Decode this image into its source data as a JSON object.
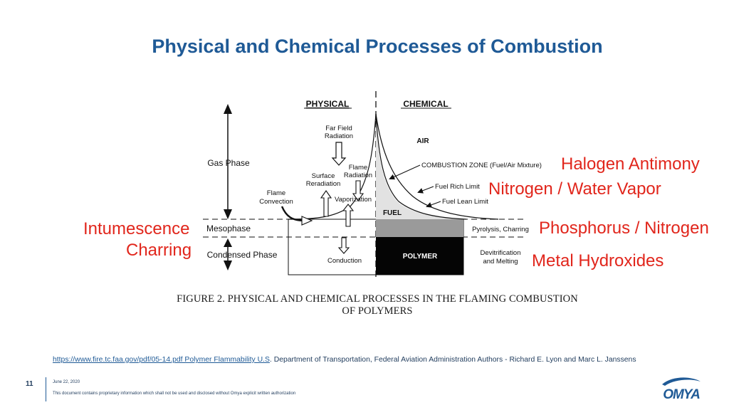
{
  "title": "Physical and Chemical Processes of Combustion",
  "diagram": {
    "header_physical": "PHYSICAL",
    "header_chemical": "CHEMICAL",
    "far_field_1": "Far Field",
    "far_field_2": "Radiation",
    "flame_radiation_1": "Flame",
    "flame_radiation_2": "Radiation",
    "surface_reradiation_1": "Surface",
    "surface_reradiation_2": "Reradiation",
    "flame_convection_1": "Flame",
    "flame_convection_2": "Convection",
    "vaporization": "Vaporization",
    "conduction": "Conduction",
    "air": "AIR",
    "combustion_zone": "COMBUSTION  ZONE (Fuel/Air Mixture)",
    "fuel_rich_limit": "Fuel Rich Limit",
    "fuel_lean_limit": "Fuel Lean Limit",
    "fuel": "FUEL",
    "polymer": "POLYMER",
    "pyrolysis": "Pyrolysis, Charring",
    "devitrification_1": "Devitrification",
    "devitrification_2": "and Melting",
    "gas_phase": "Gas Phase",
    "mesophase": "Mesophase",
    "condensed_phase": "Condensed Phase"
  },
  "annotations": {
    "halogen": "Halogen Antimony",
    "nitrogen_water": "Nitrogen / Water Vapor",
    "phosphorus": "Phosphorus / Nitrogen",
    "metal_hydroxides": "Metal Hydroxides",
    "intumescence": "Intumescence",
    "charring": "Charring"
  },
  "caption": {
    "line1": "FIGURE 2.  PHYSICAL AND CHEMICAL PROCESSES IN THE FLAMING COMBUSTION",
    "line2": "OF POLYMERS"
  },
  "source": {
    "link_text": "https://www.fire.tc.faa.gov/pdf/05-14.pdf Polymer Flammability U.S",
    "rest": ". Department of Transportation, Federal Aviation Administration Authors - Richard E. Lyon and Marc L. Janssens"
  },
  "footer": {
    "page_number": "11",
    "date": "June 22, 2020",
    "notice": "This document contains proprietary information which shall not be used and disclosed without Omya explicit written authorization",
    "logo_text": "OMYA"
  },
  "colors": {
    "title": "#1f5a96",
    "annotation_red": "#e1261c",
    "logo_blue": "#1f5a96"
  }
}
